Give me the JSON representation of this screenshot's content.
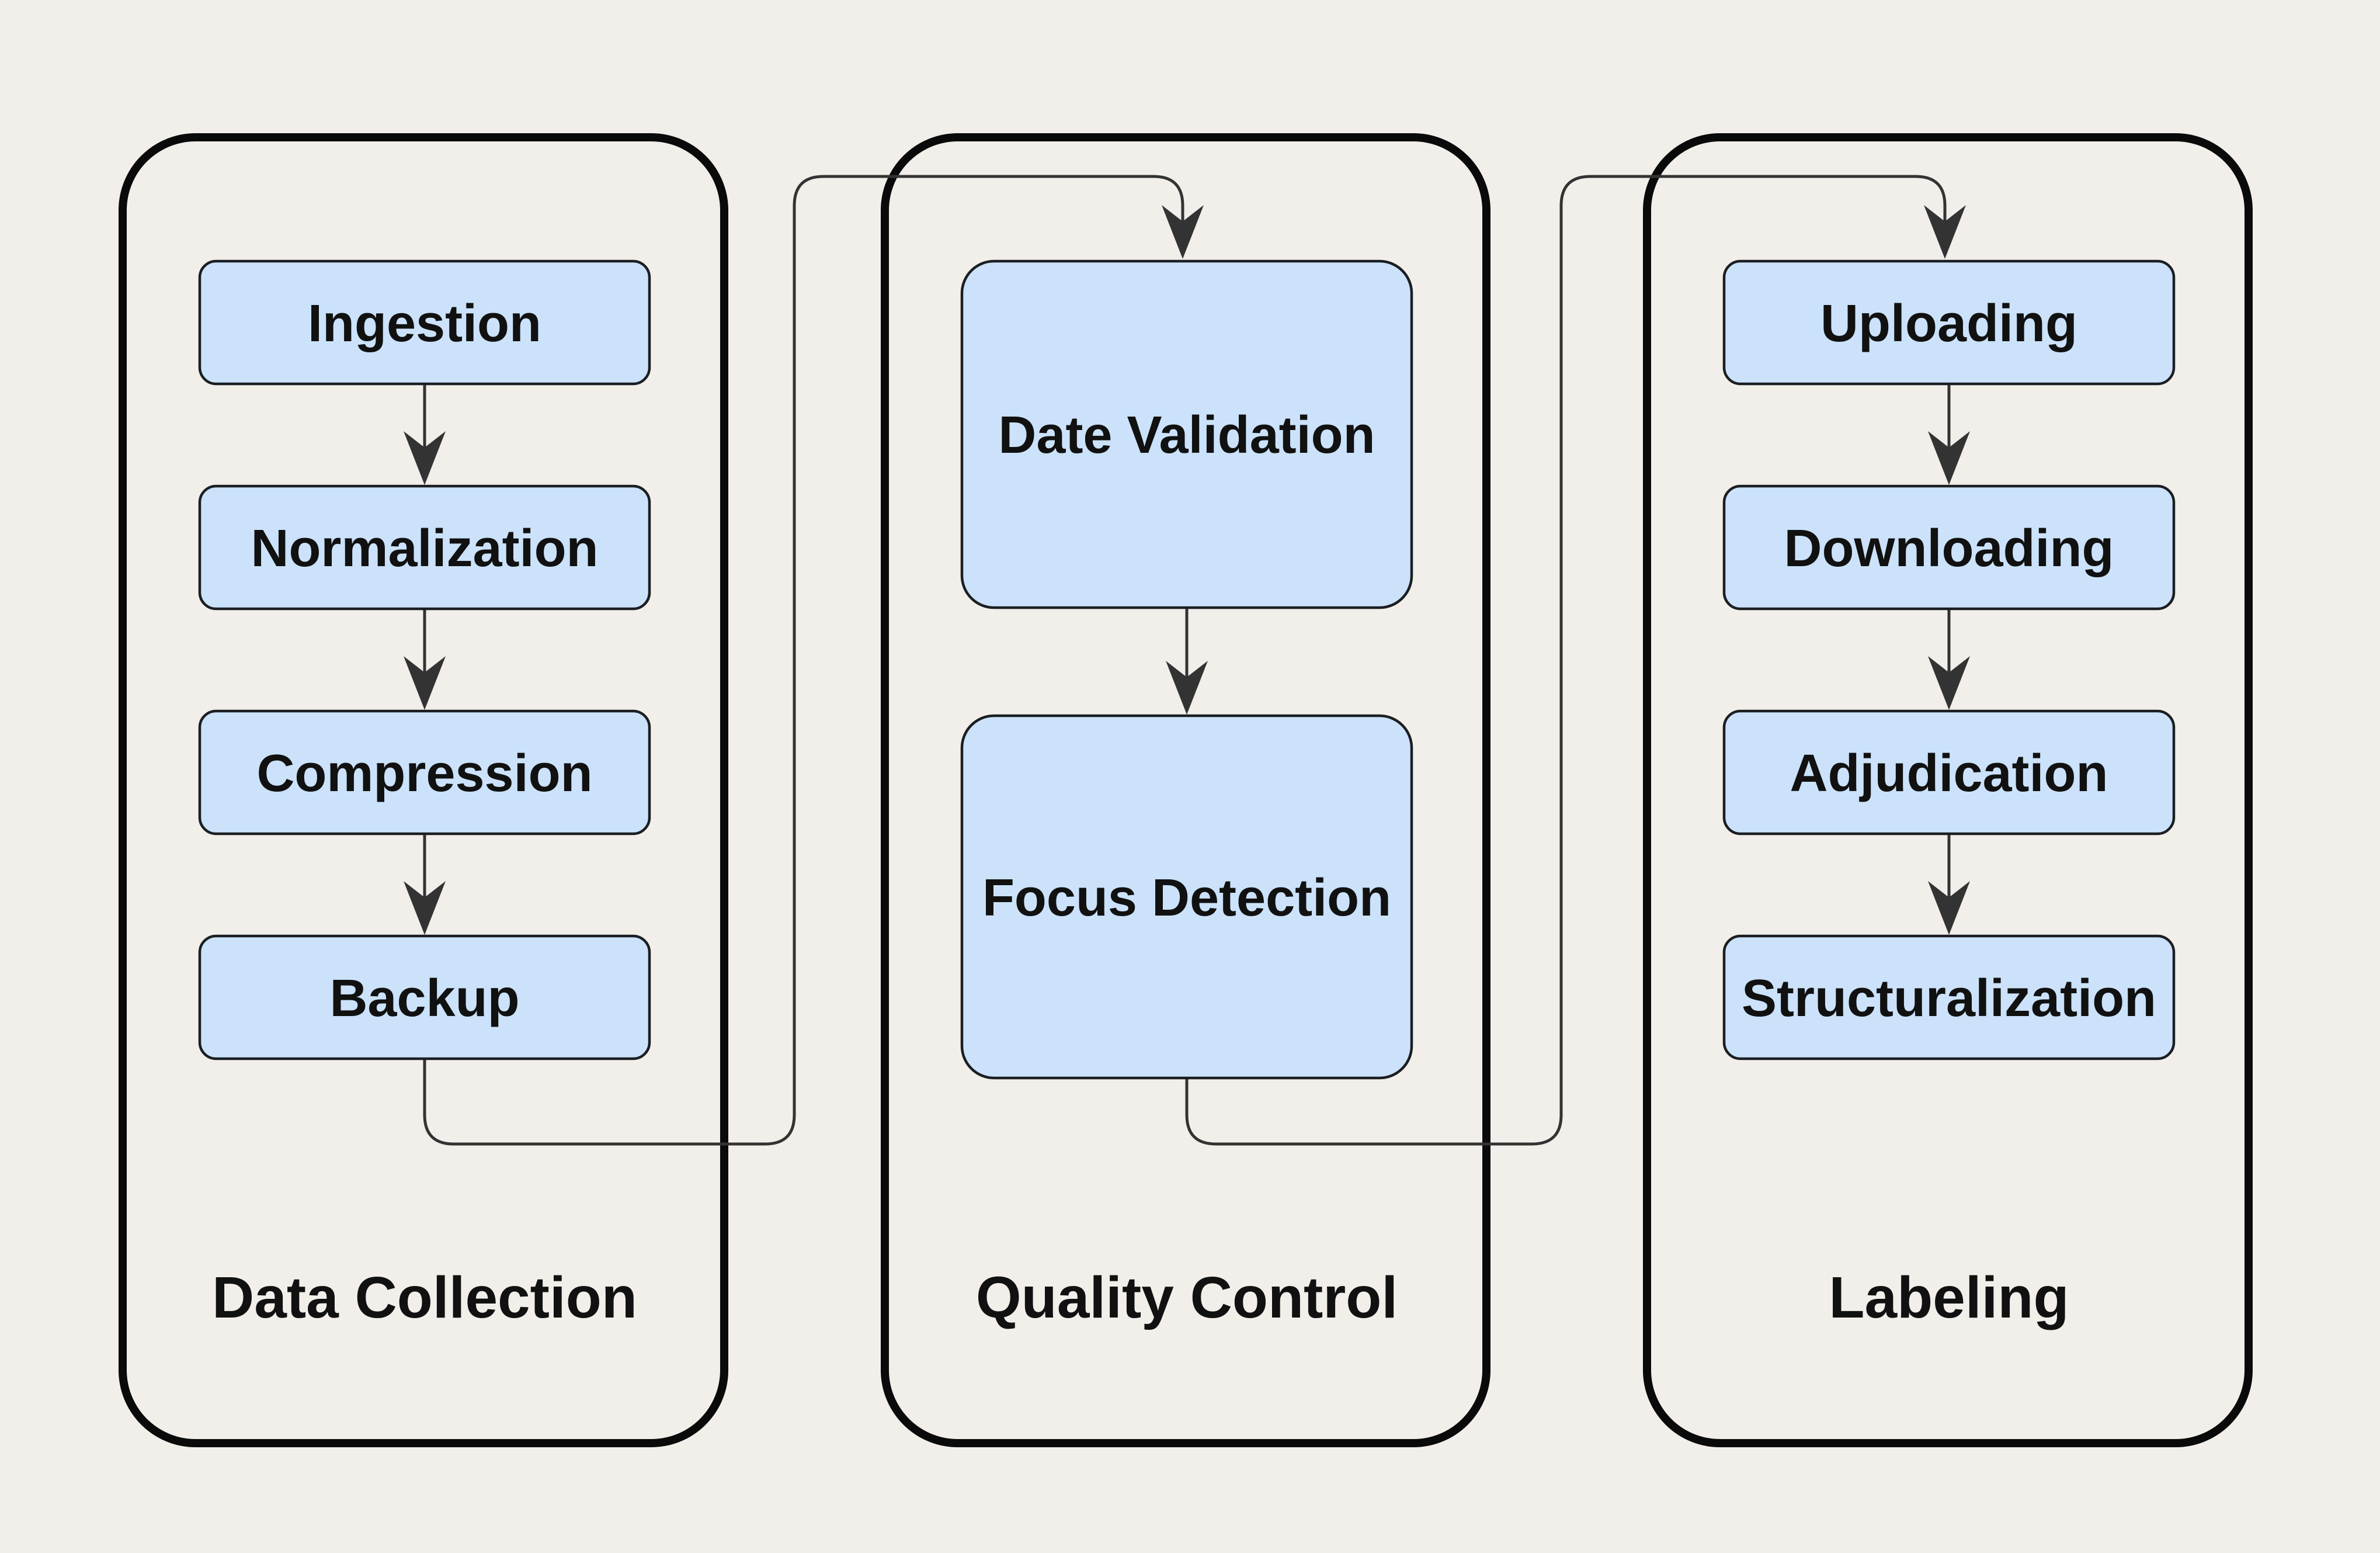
{
  "diagram": {
    "type": "flowchart",
    "colors": {
      "background": "#f2efea",
      "node_fill": "#cbe2fa",
      "node_border": "#1b1e22",
      "container_border": "#0a0a0a",
      "connector": "#333333",
      "text": "#111111"
    },
    "groups": [
      {
        "label": "Data Collection",
        "nodes": [
          "Ingestion",
          "Normalization",
          "Compression",
          "Backup"
        ]
      },
      {
        "label": "Quality Control",
        "nodes": [
          "Date Validation",
          "Focus Detection"
        ]
      },
      {
        "label": "Labeling",
        "nodes": [
          "Uploading",
          "Downloading",
          "Adjudication",
          "Structuralization"
        ]
      }
    ],
    "edges": [
      {
        "from": "Ingestion",
        "to": "Normalization"
      },
      {
        "from": "Normalization",
        "to": "Compression"
      },
      {
        "from": "Compression",
        "to": "Backup"
      },
      {
        "from": "Backup",
        "to": "Date Validation"
      },
      {
        "from": "Date Validation",
        "to": "Focus Detection"
      },
      {
        "from": "Focus Detection",
        "to": "Uploading"
      },
      {
        "from": "Uploading",
        "to": "Downloading"
      },
      {
        "from": "Downloading",
        "to": "Adjudication"
      },
      {
        "from": "Adjudication",
        "to": "Structuralization"
      }
    ]
  }
}
